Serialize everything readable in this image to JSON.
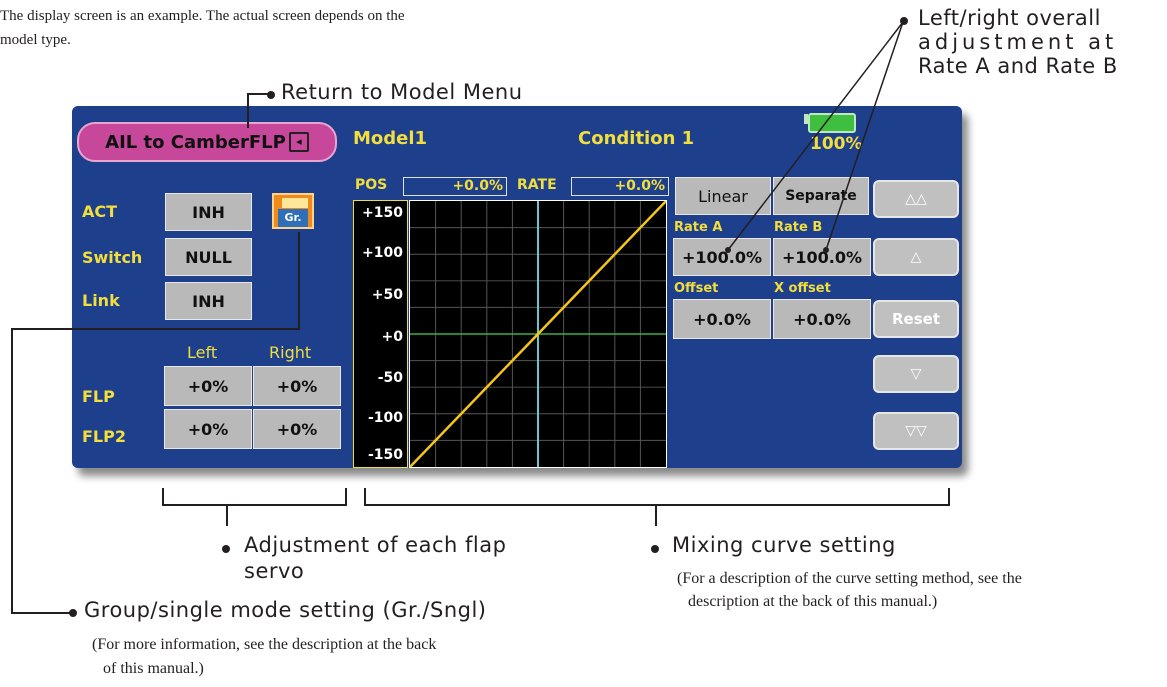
{
  "note": {
    "line1": "The display screen is an example. The actual screen depends on the",
    "line2": "model type."
  },
  "callouts": {
    "return_menu": "Return to Model Menu",
    "overall_line1": "Left/right overall",
    "overall_line2": "adjustment at",
    "overall_line3": "Rate A and Rate B",
    "flap_line1": "Adjustment of each flap",
    "flap_line2": "servo",
    "curve": "Mixing curve setting",
    "curve_note_line1": "(For a description of the curve setting method, see the",
    "curve_note_line2": "description at the back of this manual.)",
    "group": "Group/single mode setting (Gr./Sngl)",
    "group_note_line1": "(For more information, see the description at the back",
    "group_note_line2": "of this manual.)"
  },
  "screen": {
    "title": "AIL to CamberFLP",
    "model": "Model1",
    "condition": "Condition 1",
    "battery": "100%",
    "act_label": "ACT",
    "act_value": "INH",
    "switch_label": "Switch",
    "switch_value": "NULL",
    "link_label": "Link",
    "link_value": "INH",
    "group_button": "Gr.",
    "left_header": "Left",
    "right_header": "Right",
    "flp_label": "FLP",
    "flp_left": "+0%",
    "flp_right": "+0%",
    "flp2_label": "FLP2",
    "flp2_left": "+0%",
    "flp2_right": "+0%",
    "pos_label": "POS",
    "pos_value": "+0.0%",
    "rate_label": "RATE",
    "rate_value": "+0.0%",
    "curve_type": "Linear",
    "separate": "Separate",
    "rate_a_label": "Rate A",
    "rate_a_value": "+100.0%",
    "rate_b_label": "Rate B",
    "rate_b_value": "+100.0%",
    "offset_label": "Offset",
    "offset_value": "+0.0%",
    "x_offset_label": "X offset",
    "x_offset_value": "+0.0%",
    "up_fast": "△△",
    "up": "△",
    "reset": "Reset",
    "down": "▽",
    "down_fast": "▽▽",
    "y_ticks": [
      "+150",
      "+100",
      "+50",
      "+0",
      "-50",
      "-100",
      "-150"
    ]
  },
  "colors": {
    "screen_bg": "#1e3f8c",
    "title_bg": "#c7479b",
    "label_yellow": "#f2de3c",
    "curve": "#f5c518",
    "center_line": "#6cc6d4"
  }
}
